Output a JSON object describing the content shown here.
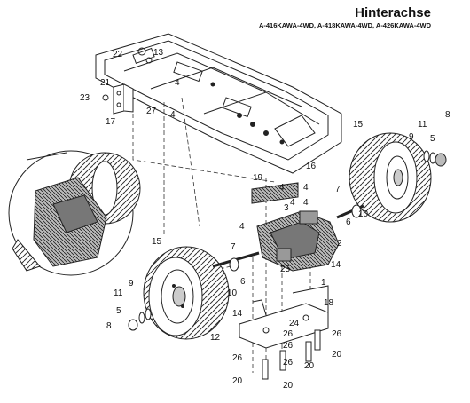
{
  "header": {
    "title": "Hinterachse",
    "models": "A-416KAWA-4WD, A-418KAWA-4WD, A-426KAWA-4WD"
  },
  "callouts": [
    "1",
    "2",
    "3",
    "4",
    "5",
    "6",
    "7",
    "8",
    "9",
    "10",
    "11",
    "12",
    "13",
    "14",
    "15",
    "16",
    "17",
    "18",
    "19",
    "20",
    "21",
    "22",
    "23",
    "24",
    "25",
    "26",
    "27"
  ]
}
